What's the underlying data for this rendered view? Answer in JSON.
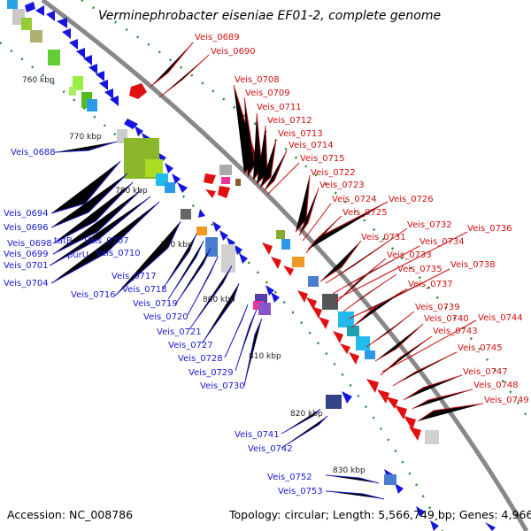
{
  "header": {
    "title": "Verminephrobacter eiseniae EF01-2, complete genome"
  },
  "footer": {
    "accession": "Accession: NC_008786",
    "summary": "Topology: circular; Length: 5,566,749 bp; Genes: 4,966"
  },
  "scale_ticks": [
    "760 kbp",
    "770 kbp",
    "780 kbp",
    "790 kbp",
    "800 kbp",
    "810 kbp",
    "820 kbp",
    "830 kbp"
  ],
  "labels_left": [
    "Veis_0688",
    "Veis_0694",
    "Veis_0696",
    "Veis_0698",
    "tatB",
    "Veis_0699",
    "Veis_0701",
    "purU",
    "Veis_0707",
    "Veis_0710",
    "Veis_0704",
    "Veis_0716",
    "Veis_0717",
    "Veis_0718",
    "Veis_0719",
    "Veis_0720",
    "Veis_0721",
    "Veis_0727",
    "Veis_0728",
    "Veis_0729",
    "Veis_0730",
    "Veis_0741",
    "Veis_0742",
    "Veis_0752",
    "Veis_0753"
  ],
  "labels_right": [
    "Veis_0689",
    "Veis_0690",
    "Veis_0708",
    "Veis_0709",
    "Veis_0711",
    "Veis_0712",
    "Veis_0713",
    "Veis_0714",
    "Veis_0715",
    "Veis_0722",
    "Veis_0723",
    "Veis_0724",
    "Veis_0726",
    "Veis_0725",
    "Veis_0732",
    "Veis_0736",
    "Veis_0731",
    "Veis_0734",
    "Veis_0733",
    "Veis_0738",
    "Veis_0735",
    "Veis_0737",
    "Veis_0739",
    "Veis_0740",
    "Veis_0744",
    "Veis_0743",
    "Veis_0745",
    "Veis_0747",
    "Veis_0748",
    "Veis_0749"
  ],
  "colors": {
    "backbone": "#888888",
    "forward_cds": "#1515e0",
    "reverse_cds": "#e01010",
    "gc_dots": "#2a8a2a",
    "label_left": "#1a1ad0",
    "label_right": "#d01010"
  }
}
